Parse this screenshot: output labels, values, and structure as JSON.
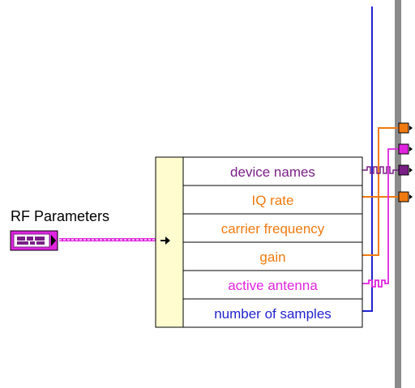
{
  "control": {
    "label": "RF Parameters"
  },
  "unbundle": {
    "elements": [
      {
        "label": "device names",
        "color": "#7a1f86"
      },
      {
        "label": "IQ rate",
        "color": "#f07a10"
      },
      {
        "label": "carrier frequency",
        "color": "#f07a10"
      },
      {
        "label": "gain",
        "color": "#f07a10"
      },
      {
        "label": "active antenna",
        "color": "#e024e0"
      },
      {
        "label": "number of samples",
        "color": "#2323d0"
      }
    ]
  },
  "colors": {
    "cluster_wire": "#e024e0",
    "orange_wire": "#f07a10",
    "purple_wire": "#7a1f86",
    "blue_wire": "#2323d0",
    "node_fill": "#fffdd0",
    "structure_border": "#808080"
  },
  "terminals": [
    {
      "name": "orange-terminal",
      "color": "#f07a10"
    },
    {
      "name": "magenta-terminal",
      "color": "#e024e0"
    },
    {
      "name": "purple-terminal",
      "color": "#7a1f86"
    },
    {
      "name": "orange-terminal",
      "color": "#f07a10"
    }
  ]
}
